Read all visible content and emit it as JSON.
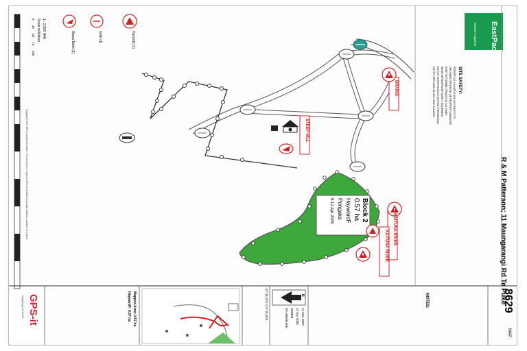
{
  "map": {
    "title": "R & M Patterson; 11 Maungarangi Rd Te Puke",
    "map_number": "8629",
    "map_code": "MAP",
    "logo_text": "EastPack",
    "logo_subtext": "Growers together",
    "gps_logo": "GPS-it",
    "gps_subtext": "mapping your world",
    "block": {
      "name": "Block 2",
      "area": "0.57 ha",
      "variety": "HaywardF",
      "owner": "Pongaka",
      "date": "5 12 Apr 2005"
    },
    "hazards": [
      {
        "label": "DRAINS",
        "color": "#d22020"
      },
      {
        "label": "STEEP HILL",
        "color": "#d22020"
      },
      {
        "label": "KAITUNA RIVER",
        "color": "#d22020"
      },
      {
        "label": "KAITUNA RIVER",
        "color": "#d22020"
      }
    ],
    "legend": [
      {
        "label": "Hazards (1)",
        "icon": "hazard-triangle-icon"
      },
      {
        "label": "Gate (1)",
        "icon": "gate-circle-icon"
      },
      {
        "label": "Steep Bank (1)",
        "icon": "steep-bank-icon"
      }
    ],
    "scale": {
      "ratio": "1 : 2,500 (A4)",
      "units_label": "Scale in Metres",
      "ticks": [
        "0",
        "25",
        "50",
        "75",
        "100"
      ]
    },
    "site_safety": {
      "heading": "SITE SAFETY:",
      "lines": [
        "REPORT ALL HAZARDS AND ACCIDENTS TO",
        "ORCHARD OPERATOR OR PROPERTY MANAGER",
        "KEEP TO FORMED TRACKS AT ALL TIMES",
        "WEAR APPROPRIATE SAFETY EQUIPMENT",
        "DO NOT ENTER BLOCKS WITHOUT PERMISSION",
        "NOTIFY ORCHARD OF ANY NEW HAZARDS"
      ],
      "notes_heading": "NOTES:"
    },
    "info": {
      "dates": [
        "14 Nov 2007",
        "12 Apr 2005"
      ],
      "ref": "269063",
      "code": "EF-45099-000",
      "coords": "37°48.29'S 176°18.45'E"
    },
    "summary": {
      "mapped": "Mapped Area: 0.57 ha",
      "hayward": "HaywardF: 0.57 ha"
    },
    "copyright": "Copyright © 2007 GPS-it Limited; Disclaimer: This document is subject to GPS-it's standard terms and conditions, available on request.",
    "north_label": "N"
  },
  "colors": {
    "block_green": "#3ea83c",
    "inset_green": "#6cc06a",
    "hazard_red": "#d22020",
    "logo_green": "#1a9a4e",
    "gps_red": "#e0202a",
    "gate_teal": "#2a9d8f"
  }
}
